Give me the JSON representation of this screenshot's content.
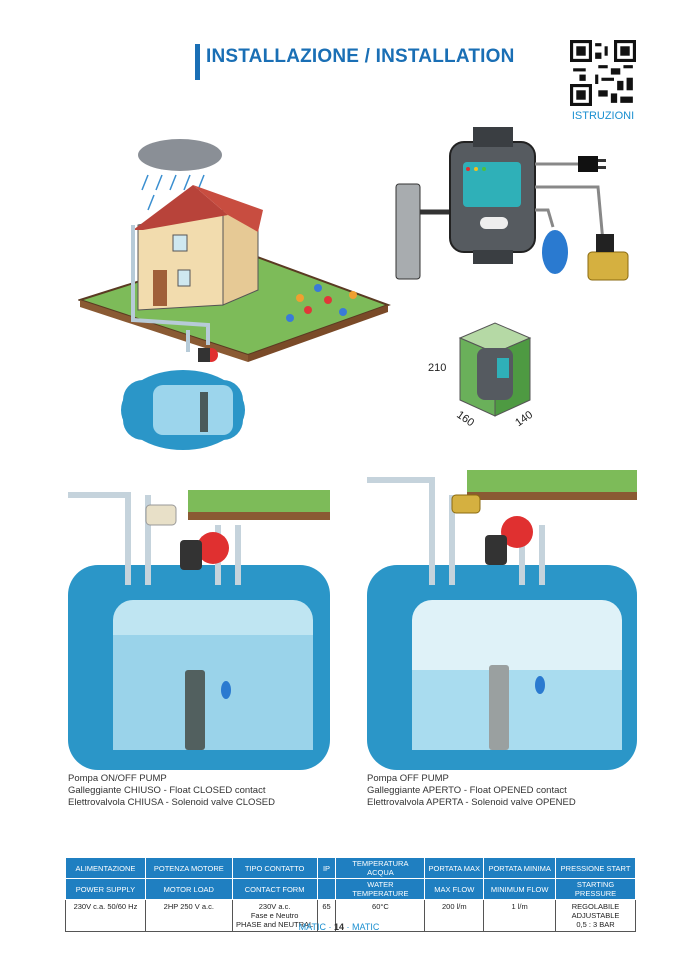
{
  "header": {
    "title": "INSTALLAZIONE / INSTALLATION",
    "qr_label": "ISTRUZIONI"
  },
  "dimensions": {
    "height": "210",
    "depth": "160",
    "width": "140"
  },
  "captions": {
    "left": [
      "Pompa ON/OFF PUMP",
      "Galleggiante CHIUSO - Float CLOSED contact",
      "Elettrovalvola CHIUSA - Solenoid valve CLOSED"
    ],
    "right": [
      "Pompa OFF PUMP",
      "Galleggiante APERTO - Float OPENED contact",
      "Elettrovalvola APERTA - Solenoid valve OPENED"
    ]
  },
  "table": {
    "headers_it": [
      "ALIMENTAZIONE",
      "POTENZA MOTORE",
      "TIPO CONTATTO",
      "IP",
      "TEMPERATURA ACQUA",
      "PORTATA MAX",
      "PORTATA MINIMA",
      "PRESSIONE START"
    ],
    "headers_en": [
      "POWER SUPPLY",
      "MOTOR LOAD",
      "CONTACT FORM",
      "",
      "WATER TEMPERATURE",
      "MAX FLOW",
      "MINIMUM FLOW",
      "STARTING PRESSURE"
    ],
    "row": [
      [
        "230V c.a. 50/60 Hz"
      ],
      [
        "2HP  250 V a.c."
      ],
      [
        "230V a.c.",
        "Fase e Neutro",
        "PHASE and NEUTRAL"
      ],
      [
        "65"
      ],
      [
        "60°C"
      ],
      [
        "200 l/m"
      ],
      [
        "1 l/m"
      ],
      [
        "REGOLABILE",
        "ADJUSTABLE",
        "0,5 : 3 BAR"
      ]
    ]
  },
  "footer": {
    "left": "MATIC · ",
    "page": "14",
    "right": " · MATIC"
  },
  "colors": {
    "brand": "#1a6fb5",
    "tank": "#2b96c8",
    "header_cell": "#1f7fc1"
  }
}
